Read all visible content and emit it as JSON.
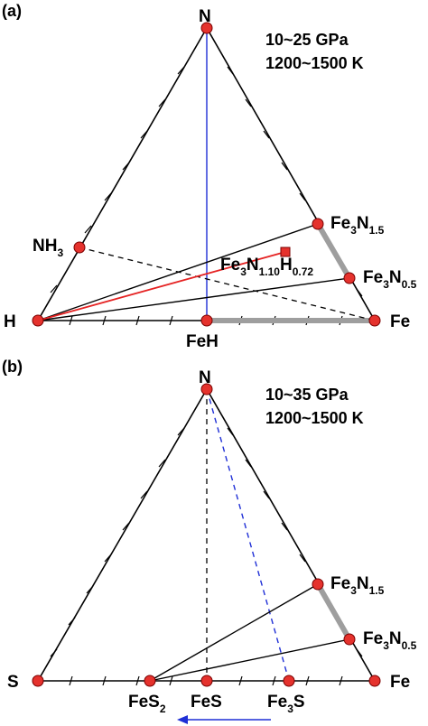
{
  "panel_a": {
    "label": "(a)",
    "conditions": [
      "10~25 GPa",
      "1200~1500 K"
    ],
    "vertices": {
      "top": "N",
      "left": "H",
      "right": "Fe"
    },
    "phases": {
      "nh3": {
        "base": "NH",
        "sub": "3"
      },
      "feh": "FeH",
      "fe3n15": {
        "base1": "Fe",
        "sub1": "3",
        "base2": "N",
        "sub2": "1.5"
      },
      "fe3n05": {
        "base1": "Fe",
        "sub1": "3",
        "base2": "N",
        "sub2": "0.5"
      },
      "fe3n110h072": {
        "base1": "Fe",
        "sub1": "3",
        "base2": "N",
        "sub2": "1.10",
        "base3": "H",
        "sub3": "0.72"
      }
    }
  },
  "panel_b": {
    "label": "(b)",
    "conditions": [
      "10~35 GPa",
      "1200~1500 K"
    ],
    "vertices": {
      "top": "N",
      "left": "S",
      "right": "Fe"
    },
    "phases": {
      "fes2": {
        "base": "FeS",
        "sub": "2"
      },
      "fes": "FeS",
      "fe3s": {
        "base1": "Fe",
        "sub1": "3",
        "base2": "S"
      },
      "fe3n15": {
        "base1": "Fe",
        "sub1": "3",
        "base2": "N",
        "sub2": "1.5"
      },
      "fe3n05": {
        "base1": "Fe",
        "sub1": "3",
        "base2": "N",
        "sub2": "0.5"
      }
    }
  },
  "colors": {
    "point": "#e5322d",
    "red_line": "#e52222",
    "blue_line": "#1f2fd6",
    "grey_band": "#9e9e9e"
  }
}
